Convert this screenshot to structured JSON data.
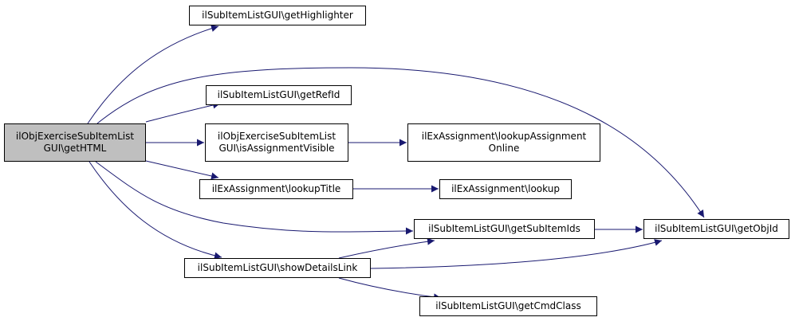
{
  "nodes": {
    "root": {
      "lines": [
        "ilObjExerciseSubItemList",
        "GUI\\getHTML"
      ]
    },
    "highlighter": {
      "lines": [
        "ilSubItemListGUI\\getHighlighter"
      ]
    },
    "refid": {
      "lines": [
        "ilSubItemListGUI\\getRefId"
      ]
    },
    "visible": {
      "lines": [
        "ilObjExerciseSubItemList",
        "GUI\\isAssignmentVisible"
      ]
    },
    "lookupassign": {
      "lines": [
        "ilExAssignment\\lookupAssignment",
        "Online"
      ]
    },
    "lookuptitle": {
      "lines": [
        "ilExAssignment\\lookupTitle"
      ]
    },
    "lookup": {
      "lines": [
        "ilExAssignment\\lookup"
      ]
    },
    "subitemids": {
      "lines": [
        "ilSubItemListGUI\\getSubItemIds"
      ]
    },
    "objid": {
      "lines": [
        "ilSubItemListGUI\\getObjId"
      ]
    },
    "details": {
      "lines": [
        "ilSubItemListGUI\\showDetailsLink"
      ]
    },
    "cmdclass": {
      "lines": [
        "ilSubItemListGUI\\getCmdClass"
      ]
    }
  },
  "colors": {
    "edge": "#191970",
    "focus_fill": "#bfbfbf",
    "border": "#000000"
  }
}
